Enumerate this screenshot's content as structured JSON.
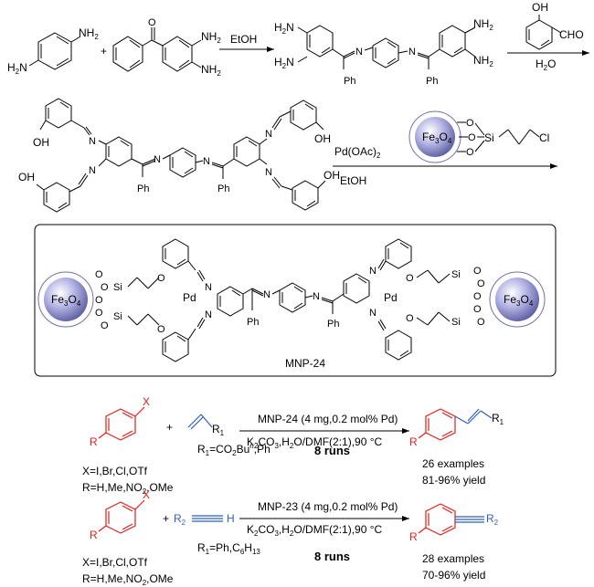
{
  "step1": {
    "reagent_amine_prefix": "H",
    "reagent_amine_nh2": "NH",
    "plus": "+",
    "nh2_a": "NH",
    "nh2_b": "NH",
    "cond": "EtOH",
    "prod_h2n_top": "H",
    "prod_h2n_bot": "H",
    "prod_n1": "N",
    "prod_n2": "N",
    "prod_ph1": "Ph",
    "prod_ph2": "Ph",
    "prod_nh2_top": "NH",
    "prod_nh2_bot": "NH",
    "sal_oh": "OH",
    "sal_cho": "CHO",
    "sal_solvent": "H",
    "sal_solvent_o": "O"
  },
  "step2": {
    "oh1": "OH",
    "oh2": "OH",
    "oh3": "OH",
    "oh4": "OH",
    "n_labels": [
      "N",
      "N",
      "N",
      "N",
      "N",
      "N"
    ],
    "ph1": "Ph",
    "ph2": "Ph",
    "pd_reagent": "Pd(OAc)",
    "pd_sub": "2",
    "solvent": "EtOH",
    "fe3o4": "Fe",
    "si": "Si",
    "cl": "Cl",
    "o_labels": [
      "O",
      "O",
      "O"
    ]
  },
  "mnp": {
    "fe_left": "Fe",
    "fe_right": "Fe",
    "pd_left": "Pd",
    "pd_right": "Pd",
    "si_labels": [
      "Si",
      "Si",
      "Si",
      "Si"
    ],
    "o_labels": [
      "O",
      "O"
    ],
    "n_labels": [
      "N",
      "N",
      "N",
      "N",
      "N",
      "N"
    ],
    "ph1": "Ph",
    "ph2": "Ph",
    "name": "MNP-24"
  },
  "heck": {
    "x_label": "X",
    "r_label": "R",
    "plus": "+",
    "r1_label": "R",
    "r1_sub": "1",
    "cond_top": "MNP-24 (4 mg,0.2 mol% Pd)",
    "cond_bottom": "K",
    "runs": "8 runs",
    "scope_x": "X=I,Br,Cl,OTf",
    "scope_r": "R=H,Me,NO",
    "scope_r1": "R",
    "examples": "26 examples",
    "yield": "81-96% yield"
  },
  "sonogashira": {
    "x_label": "X",
    "r_label": "R",
    "plus": "+",
    "r2_label": "R",
    "h_label": "H",
    "cond_top": "MNP-23 (4 mg,0.2 mol% Pd)",
    "runs": "8 runs",
    "scope_x": "X=I,Br,Cl,OTf",
    "scope_r": "R=H,Me,NO",
    "scope_r1": "R",
    "examples": "28 examples",
    "yield": "70-96% yield"
  },
  "colors": {
    "aryl_halide": "#e0201c",
    "alkene_alkyne": "#2f5fb8",
    "nanoparticle": "#6f6fb0"
  }
}
